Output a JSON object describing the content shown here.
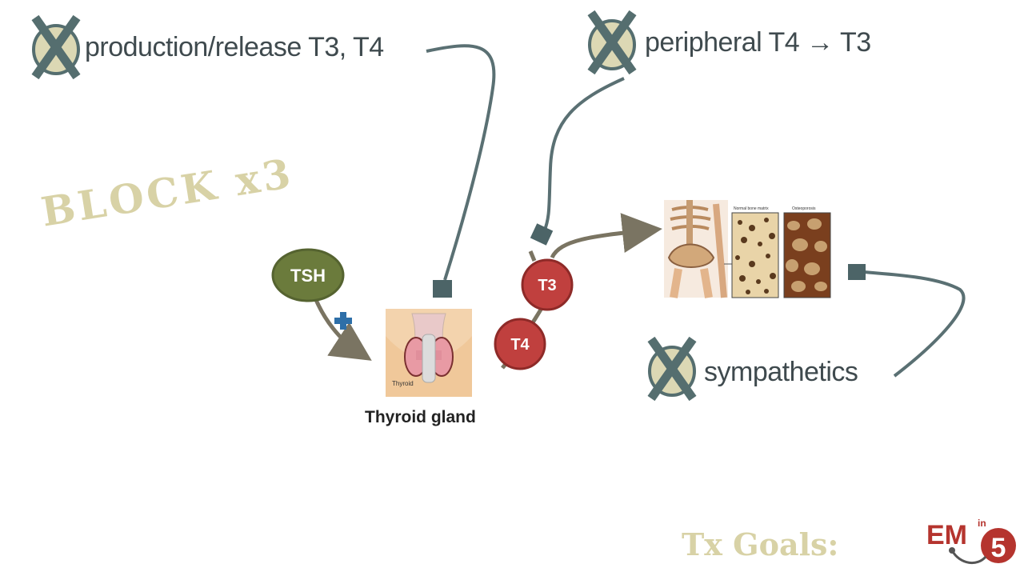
{
  "annotations": {
    "production": "production/release T3, T4",
    "peripheral": "peripheral T4 → T3",
    "sympathetics": "sympathetics"
  },
  "block_label": "BLOCK x3",
  "tsh_label": "TSH",
  "plus_symbol": "+",
  "t3_label": "T3",
  "t4_label": "T4",
  "thyroid_caption": "Thyroid gland",
  "thyroid_inset_label": "Thyroid",
  "bone_labels": {
    "normal": "Normal bone matrix",
    "osteoporosis": "Osteoporosis"
  },
  "tx_goals": "Tx Goals:",
  "logo": {
    "em": "EM",
    "in": "in",
    "five": "5"
  },
  "colors": {
    "x_mark": "#556e6f",
    "x_circle": "#dcd8b4",
    "arrow": "#5a7073",
    "tsh_fill": "#6b7b3c",
    "hormone_fill": "#c0403e",
    "block_text": "#d8d2a6",
    "plus": "#2e6fa8",
    "logo_red": "#b5342e"
  }
}
